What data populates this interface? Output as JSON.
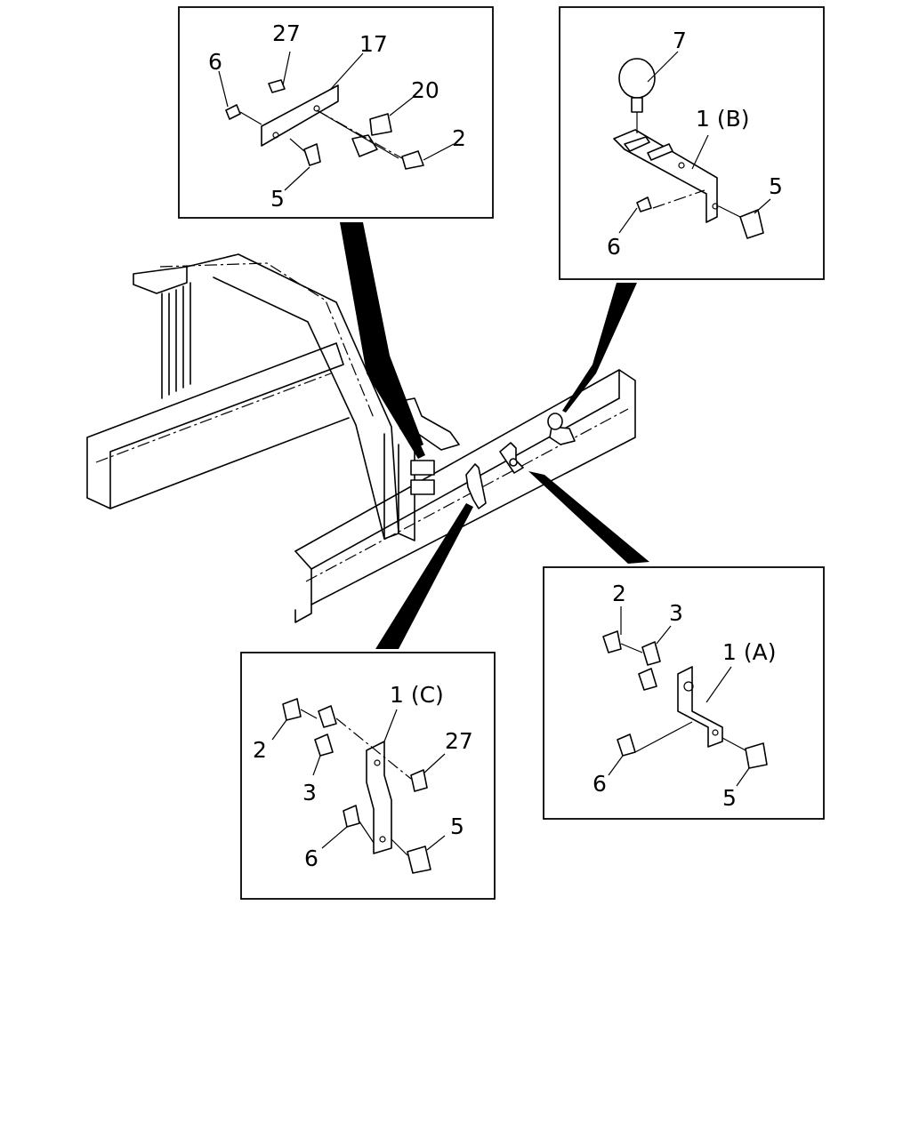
{
  "colors": {
    "ink": "#000000",
    "paper": "#ffffff"
  },
  "callouts": {
    "top_left": {
      "p27": "27",
      "p17": "17",
      "p6": "6",
      "p20": "20",
      "p2": "2",
      "p5": "5"
    },
    "top_right": {
      "p7": "7",
      "p1b": "1 (B)",
      "p5": "5",
      "p6": "6"
    },
    "bottom_right": {
      "p2": "2",
      "p3": "3",
      "p1a": "1 (A)",
      "p6": "6",
      "p5": "5"
    },
    "bottom_left": {
      "p1c": "1 (C)",
      "p2": "2",
      "p27": "27",
      "p3": "3",
      "p5": "5",
      "p6": "6"
    }
  }
}
